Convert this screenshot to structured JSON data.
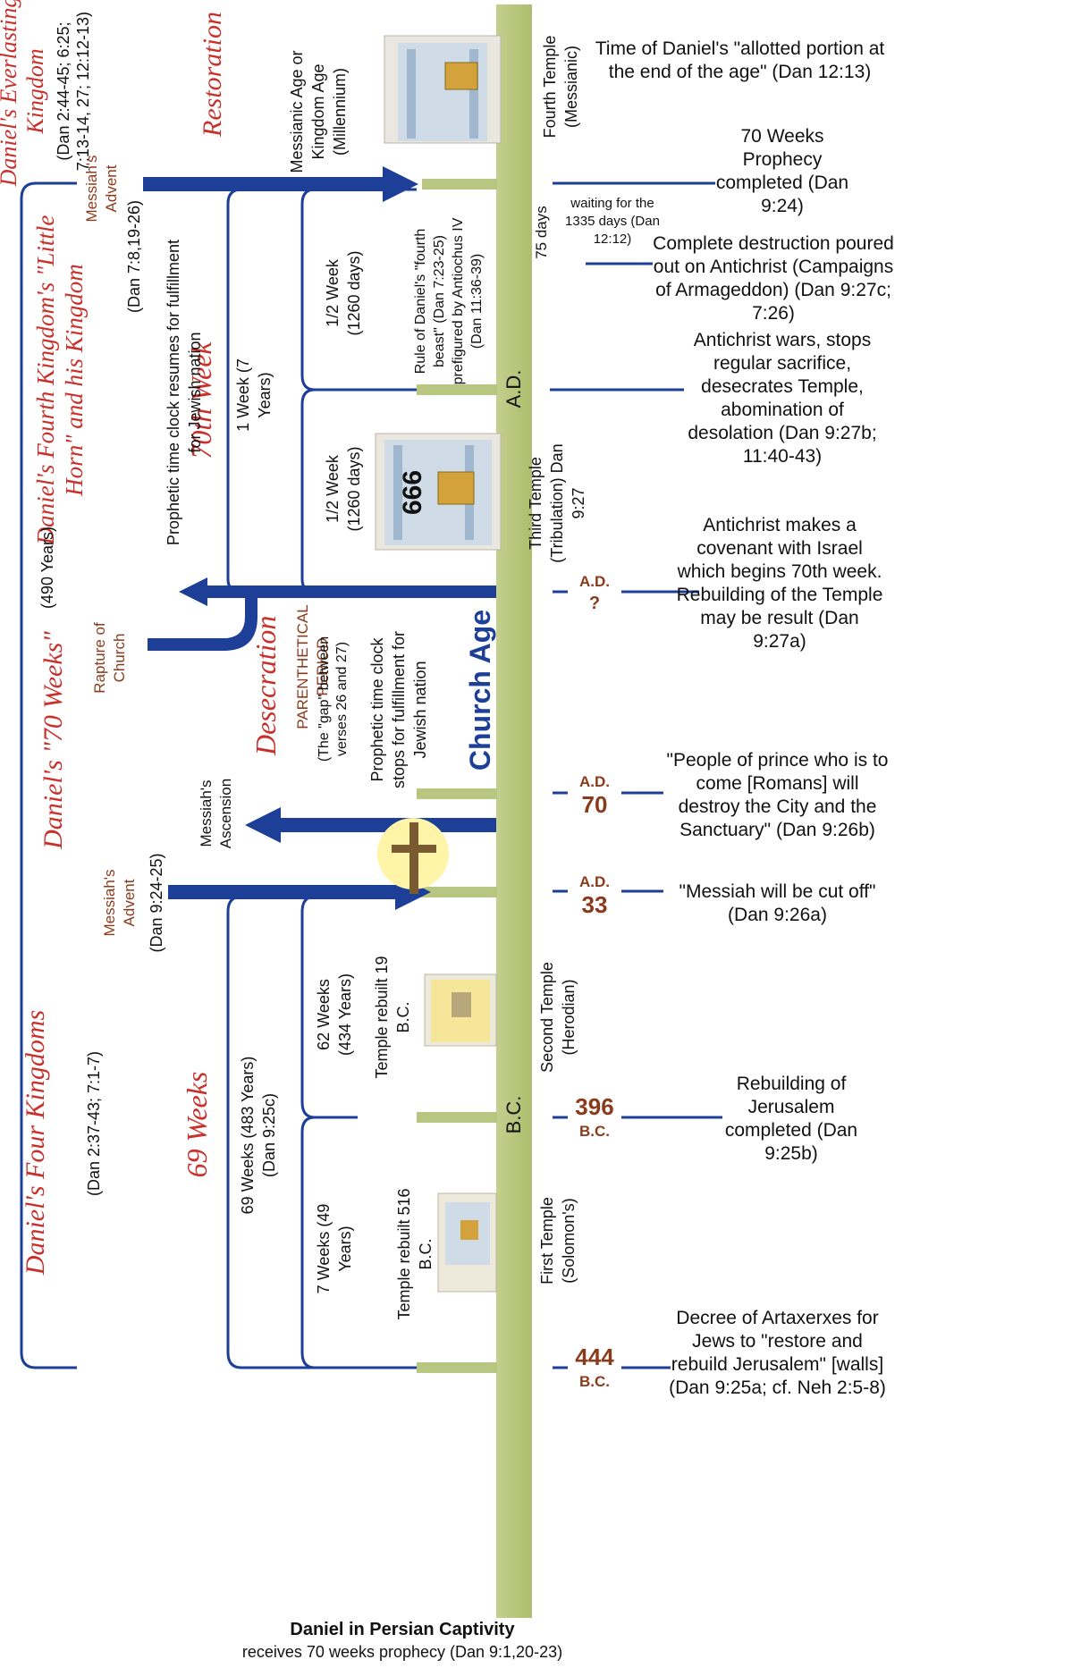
{
  "left_labels": {
    "everlasting_title": "Daniel's Everlasting Kingdom",
    "everlasting_ref": "(Dan 2:44-45; 6:25; 7:13-14, 27; 12:12-13)",
    "restoration": "Restoration",
    "fourth_kingdom_title": "Daniel's Fourth Kingdom's \"Little Horn\" and his Kingdom",
    "fourth_kingdom_ref": "(Dan 7:8,19-26)",
    "seventy_weeks": "Daniel's \"70 Weeks\"",
    "four_kingdoms_title": "Daniel's Four Kingdoms",
    "four_kingdoms_ref": "(Dan 2:37-43; 7:1-7)",
    "four_ninety_years": "(490 Years)",
    "seventieth_week": "70th Week",
    "sixtynine_weeks": "69 Weeks",
    "desecration": "Desecration"
  },
  "events": {
    "messiah_advent_top": "Messiah's Advent",
    "messiah_advent_bottom": "Messiah's Advent",
    "messiah_advent_bottom_ref": "(Dan 9:24-25)",
    "rapture": "Rapture of Church",
    "messiah_ascension": "Messiah's Ascension",
    "clock_resumes": "Prophetic time clock resumes for fulfillment for Jewish nation",
    "clock_stops": "Prophetic time clock stops for fulfillment for Jewish nation",
    "parenthetical": "PARENTHETICAL PERIOD",
    "parenthetical_gap": "(The \"gap\" between verses 26 and 27)",
    "church_age": "Church Age",
    "messianic_age": "Messianic Age or Kingdom Age (Millennium)",
    "fourth_beast_rule": "Rule of Daniel's \"fourth beast\" (Dan 7:23-25) prefigured by Antiochus IV (Dan 11:36-39)",
    "daniel_captivity_title": "Daniel in Persian Captivity",
    "daniel_captivity_sub": "receives 70 weeks prophecy (Dan 9:1,20-23)"
  },
  "periods": {
    "one_week": "1 Week (7 Years)",
    "half_week_a": "1/2 Week (1260 days)",
    "half_week_b": "1/2 Week (1260 days)",
    "sixtynine_detail": "69 Weeks (483 Years) (Dan 9:25c)",
    "sixtytwo": "62 Weeks (434 Years)",
    "seven": "7 Weeks (49 Years)",
    "temple_rebuilt_19": "Temple rebuilt 19 B.C.",
    "temple_rebuilt_516": "Temple rebuilt 516 B.C.",
    "seventy_five_days": "75 days",
    "waiting_1335": "waiting for the 1335 days (Dan 12:12)"
  },
  "timeline": {
    "ad_label": "A.D.",
    "bc_label": "B.C.",
    "temple_number": "666"
  },
  "temples": {
    "fourth": "Fourth Temple (Messianic)",
    "third": "Third Temple (Tribulation) Dan 9:27",
    "second": "Second Temple (Herodian)",
    "first": "First Temple (Solomon's)"
  },
  "years": {
    "ad_q_top": "A.D.",
    "ad_q_bottom": "?",
    "ad70_top": "A.D.",
    "ad70_bottom": "70",
    "ad33_top": "A.D.",
    "ad33_bottom": "33",
    "bc396_top": "396",
    "bc396_bottom": "B.C.",
    "bc444_top": "444",
    "bc444_bottom": "B.C."
  },
  "notes": {
    "allotted": "Time of Daniel's \"allotted portion at the end of the age\" (Dan 12:13)",
    "seventy_completed": "70 Weeks Prophecy completed (Dan 9:24)",
    "destruction": "Complete destruction poured out on Antichrist (Campaigns of Armageddon) (Dan 9:27c; 7:26)",
    "antichrist_wars": "Antichrist wars, stops regular sacrifice, desecrates Temple, abomination of desolation (Dan 9:27b; 11:40-43)",
    "covenant": "Antichrist makes a covenant with Israel which begins 70th week. Rebuilding of the Temple may be result (Dan 9:27a)",
    "romans": "\"People of prince who is to come [Romans] will destroy the City and the Sanctuary\" (Dan 9:26b)",
    "cut_off": "\"Messiah will be cut off\" (Dan 9:26a)",
    "jerusalem": "Rebuilding of Jerusalem completed (Dan 9:25b)",
    "decree": "Decree of Artaxerxes for Jews to \"restore and rebuild Jerusalem\" [walls] (Dan 9:25a; cf. Neh 2:5-8)"
  },
  "colors": {
    "blue": "#1d3f98",
    "red": "#c8302b",
    "brown": "#8a3b1c",
    "timeline": "#b8c682"
  }
}
